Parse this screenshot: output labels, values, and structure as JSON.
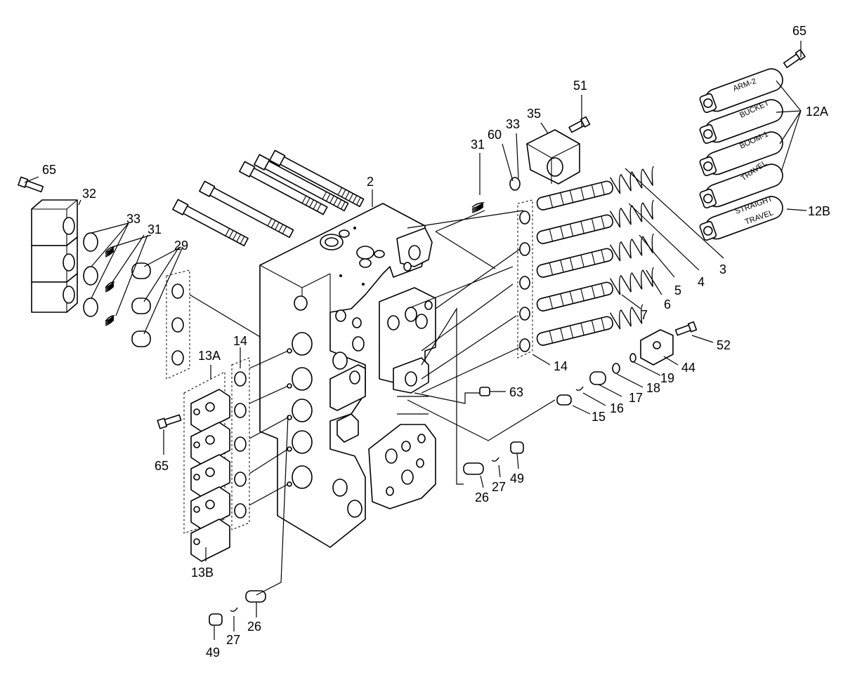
{
  "callouts": [
    {
      "id": "c-2",
      "text": "2"
    },
    {
      "id": "c-3",
      "text": "3"
    },
    {
      "id": "c-4",
      "text": "4"
    },
    {
      "id": "c-5",
      "text": "5"
    },
    {
      "id": "c-6",
      "text": "6"
    },
    {
      "id": "c-7",
      "text": "7"
    },
    {
      "id": "c-12a",
      "text": "12A"
    },
    {
      "id": "c-12b",
      "text": "12B"
    },
    {
      "id": "c-13a",
      "text": "13A"
    },
    {
      "id": "c-13b",
      "text": "13B"
    },
    {
      "id": "c-14-left",
      "text": "14"
    },
    {
      "id": "c-14-right",
      "text": "14"
    },
    {
      "id": "c-15",
      "text": "15"
    },
    {
      "id": "c-16",
      "text": "16"
    },
    {
      "id": "c-17",
      "text": "17"
    },
    {
      "id": "c-18",
      "text": "18"
    },
    {
      "id": "c-19",
      "text": "19"
    },
    {
      "id": "c-26-right",
      "text": "26"
    },
    {
      "id": "c-26-bottom",
      "text": "26"
    },
    {
      "id": "c-27-right",
      "text": "27"
    },
    {
      "id": "c-27-bottom",
      "text": "27"
    },
    {
      "id": "c-29",
      "text": "29"
    },
    {
      "id": "c-31-left",
      "text": "31"
    },
    {
      "id": "c-31-top",
      "text": "31"
    },
    {
      "id": "c-32",
      "text": "32"
    },
    {
      "id": "c-33-left",
      "text": "33"
    },
    {
      "id": "c-33-top",
      "text": "33"
    },
    {
      "id": "c-35",
      "text": "35"
    },
    {
      "id": "c-44",
      "text": "44"
    },
    {
      "id": "c-49-right",
      "text": "49"
    },
    {
      "id": "c-49-bottom",
      "text": "49"
    },
    {
      "id": "c-51",
      "text": "51"
    },
    {
      "id": "c-52",
      "text": "52"
    },
    {
      "id": "c-60",
      "text": "60"
    },
    {
      "id": "c-63",
      "text": "63"
    },
    {
      "id": "c-65-topleft",
      "text": "65"
    },
    {
      "id": "c-65-topright",
      "text": "65"
    },
    {
      "id": "c-65-left",
      "text": "65"
    }
  ],
  "spool_labels": [
    {
      "id": "label-arm2",
      "text": "ARM-2"
    },
    {
      "id": "label-bucket",
      "text": "BUCKET"
    },
    {
      "id": "label-boom1",
      "text": "BOOM-1"
    },
    {
      "id": "label-travel",
      "text": "TRAVEL"
    },
    {
      "id": "label-straight",
      "text": "STRAIGHT"
    },
    {
      "id": "label-straight-travel",
      "text": "TRAVEL"
    }
  ]
}
